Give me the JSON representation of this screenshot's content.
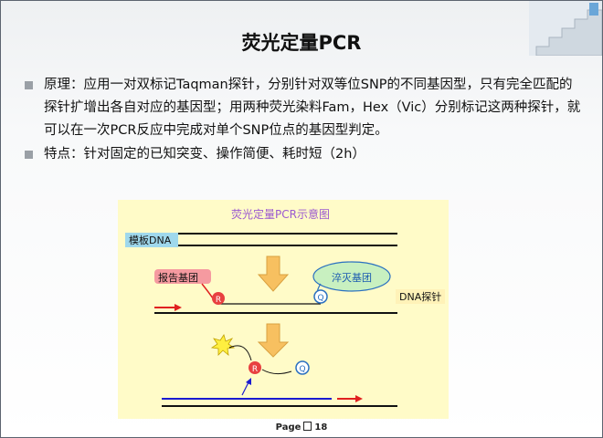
{
  "title": "荧光定量PCR",
  "bullets": [
    "原理：应用一对双标记Taqman探针，分别针对双等位SNP的不同基因型，只有完全匹配的探针扩增出各自对应的基因型；用两种荧光染料Fam，Hex（Vic）分别标记这两种探针，就可以在一次PCR反应中完成对单个SNP位点的基因型判定。",
    "特点：针对固定的已知突变、操作简便、耗时短（2h）"
  ],
  "diagram": {
    "title": "荧光定量PCR示意图",
    "template_label": "模板DNA",
    "reporter_label": "报告基团",
    "quencher_label": "淬灭基团",
    "probe_label": "DNA探针",
    "reporter_letter": "R",
    "quencher_letter": "Q"
  },
  "footer": {
    "prefix": "Page",
    "number": "18"
  },
  "colors": {
    "panel_bg": "#fffbc8",
    "template_box": "#9fd8ec",
    "reporter_box": "#f59aa0",
    "quencher_bubble": "#c8f0c0",
    "arrow_fill": "#f7c060",
    "red_arrow": "#e02020",
    "blue_strand": "#1a1ad0"
  },
  "icons": [
    "bullet-square-icon",
    "staircase-logo-icon",
    "down-arrow-icon",
    "starburst-icon"
  ]
}
